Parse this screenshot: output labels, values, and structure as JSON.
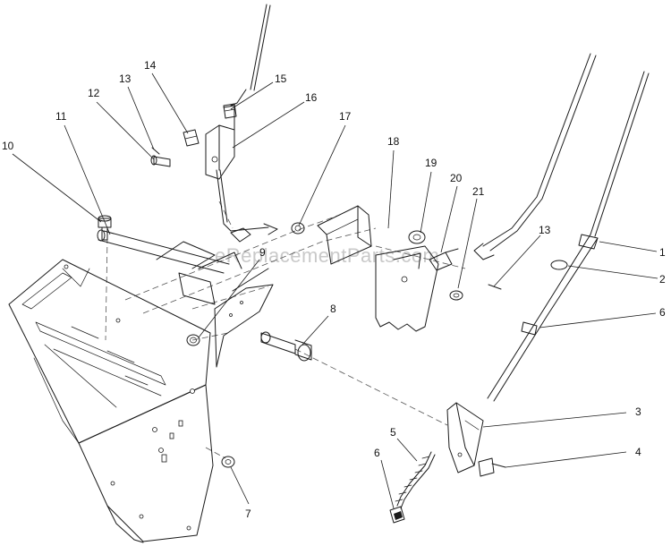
{
  "watermark": "eReplacementParts.com",
  "callouts": {
    "c1": "1",
    "c2": "2",
    "c3": "3",
    "c4": "4",
    "c5": "5",
    "c6a": "6",
    "c6b": "6",
    "c7": "7",
    "c8": "8",
    "c9": "9",
    "c10": "10",
    "c11": "11",
    "c12": "12",
    "c13a": "13",
    "c13b": "13",
    "c14": "14",
    "c15": "15",
    "c16": "16",
    "c17": "17",
    "c18": "18",
    "c19": "19",
    "c20": "20",
    "c21": "21"
  }
}
